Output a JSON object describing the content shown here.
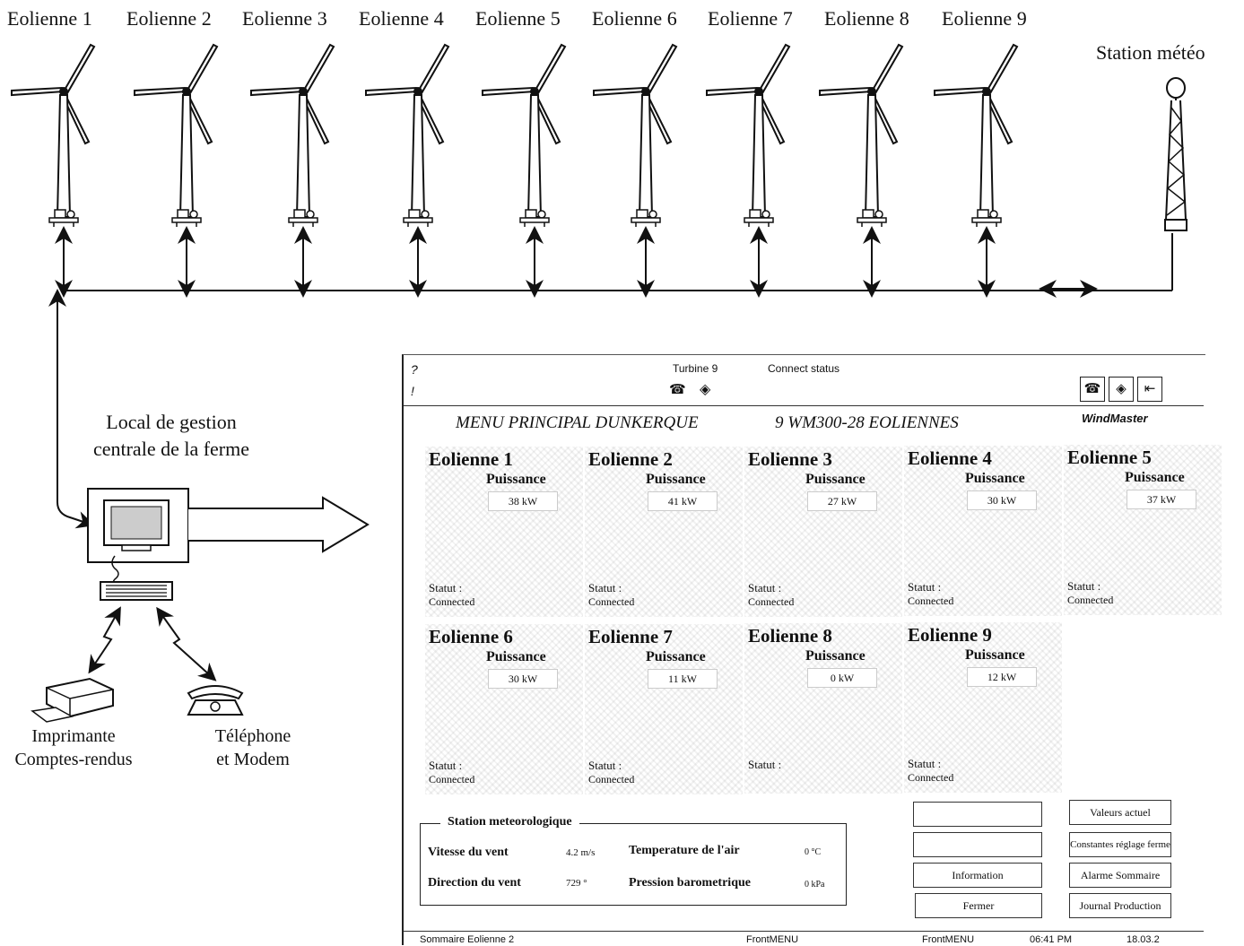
{
  "diagram": {
    "turbine_labels": [
      "Eolienne 1",
      "Eolienne 2",
      "Eolienne 3",
      "Eolienne 4",
      "Eolienne 5",
      "Eolienne 6",
      "Eolienne 7",
      "Eolienne 8",
      "Eolienne 9"
    ],
    "weather_station_label": "Station météo",
    "control_room_label_line1": "Local de gestion",
    "control_room_label_line2": "centrale de la ferme",
    "printer_label_line1": "Imprimante",
    "printer_label_line2": "Comptes-rendus",
    "phone_label_line1": "Téléphone",
    "phone_label_line2": "et Modem"
  },
  "scada": {
    "topbar": {
      "help_glyph": "?",
      "alert_glyph": "!",
      "turbine": "Turbine 9",
      "connect_status": "Connect status"
    },
    "header": {
      "title": "MENU PRINCIPAL DUNKERQUE",
      "subtitle": "9 WM300-28 EOLIENNES",
      "brand": "WindMaster"
    },
    "power_label": "Puissance",
    "status_label": "Statut :",
    "turbines": [
      {
        "name": "Eolienne 1",
        "power": "38 kW",
        "status": "Connected"
      },
      {
        "name": "Eolienne 2",
        "power": "41 kW",
        "status": "Connected"
      },
      {
        "name": "Eolienne 3",
        "power": "27 kW",
        "status": "Connected"
      },
      {
        "name": "Eolienne 4",
        "power": "30 kW",
        "status": "Connected"
      },
      {
        "name": "Eolienne 5",
        "power": "37 kW",
        "status": "Connected"
      },
      {
        "name": "Eolienne 6",
        "power": "30 kW",
        "status": "Connected"
      },
      {
        "name": "Eolienne 7",
        "power": "11 kW",
        "status": "Connected"
      },
      {
        "name": "Eolienne 8",
        "power": "0 kW",
        "status": ""
      },
      {
        "name": "Eolienne 9",
        "power": "12 kW",
        "status": "Connected"
      }
    ],
    "weather": {
      "title": "Station meteorologique",
      "wind_speed_label": "Vitesse du vent",
      "wind_speed_value": "4.2 m/s",
      "wind_dir_label": "Direction du vent",
      "wind_dir_value": "729 °",
      "air_temp_label": "Temperature de l'air",
      "air_temp_value": "0 °C",
      "pressure_label": "Pression barometrique",
      "pressure_value": "0 kPa"
    },
    "buttons": {
      "blank1": "",
      "blank2": "",
      "information": "Information",
      "fermer": "Fermer",
      "valeurs": "Valeurs actuel",
      "constantes": "Constantes réglage ferme",
      "alarme": "Alarme Sommaire",
      "journal": "Journal Production"
    },
    "statusbar": {
      "left": "Sommaire Eolienne 2",
      "mid1": "FrontMENU",
      "mid2": "FrontMENU",
      "time": "06:41 PM",
      "date": "18.03.2"
    }
  },
  "colors": {
    "line": "#111111",
    "panel_border": "#333333",
    "card_noise": "#bbbbbb"
  }
}
